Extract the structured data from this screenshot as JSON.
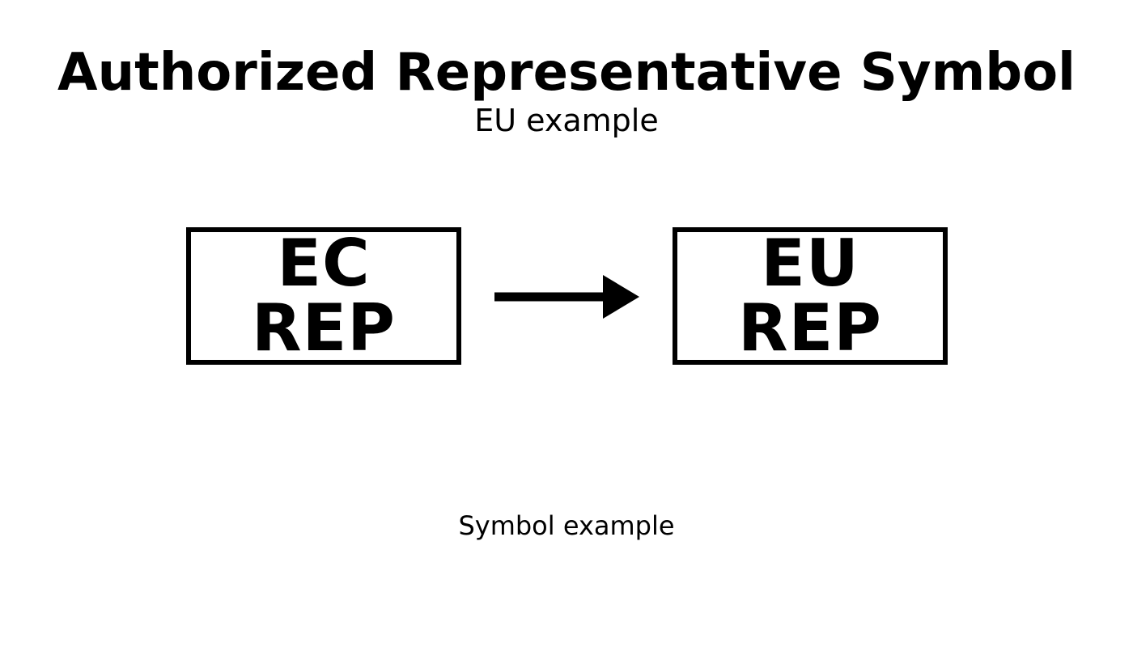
{
  "page": {
    "title": "Authorized Representative Symbol",
    "subtitle": "EU example",
    "caption": "Symbol example"
  },
  "diagram": {
    "old_symbol": {
      "line1": "EC",
      "line2": "REP"
    },
    "new_symbol": {
      "line1": "EU",
      "line2": "REP"
    },
    "arrow_icon": "right-arrow-icon",
    "arrow_direction": "left-to-right"
  },
  "colors": {
    "foreground": "#000000",
    "background": "#ffffff"
  }
}
